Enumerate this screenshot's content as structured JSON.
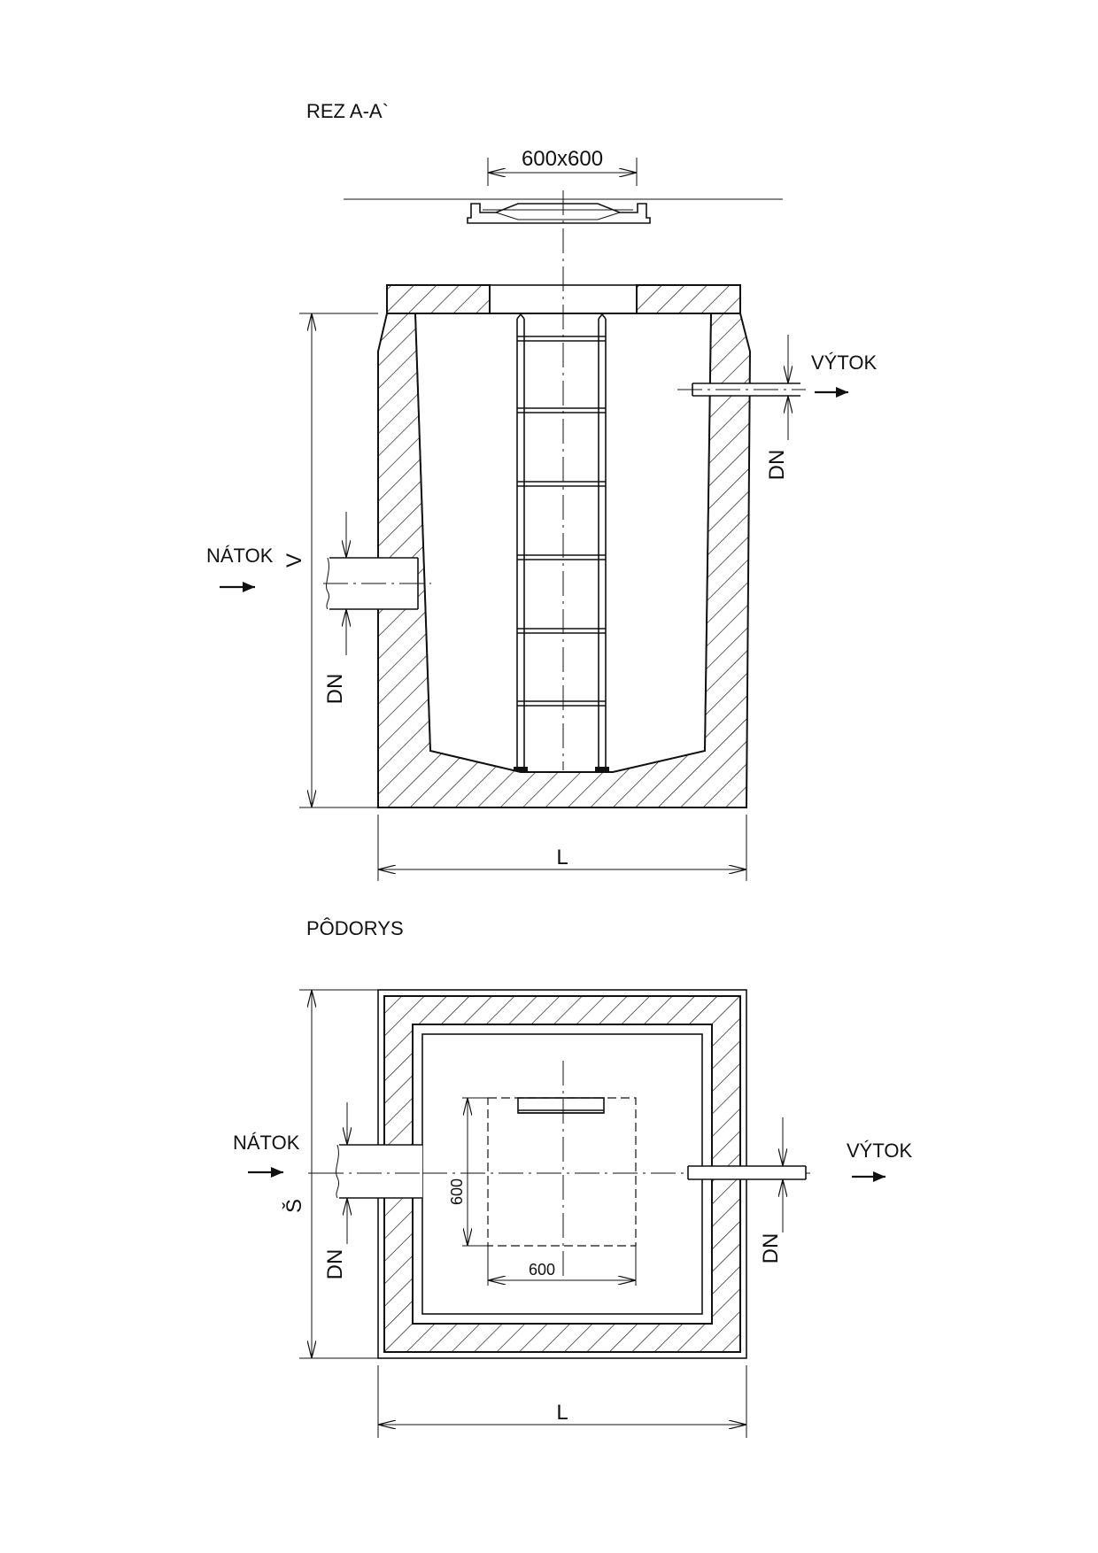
{
  "section": {
    "title": "REZ  A-A`",
    "cover_dim": "600x600",
    "outlet": "VÝTOK",
    "inlet": "NÁTOK",
    "dn_out": "DN",
    "dn_in": "DN",
    "height": "V",
    "length": "L"
  },
  "plan": {
    "title": "PÔDORYS",
    "inlet": "NÁTOK",
    "outlet": "VÝTOK",
    "width": "Š",
    "dn_in": "DN",
    "dn_out": "DN",
    "opening_h": "600",
    "opening_w": "600",
    "length": "L"
  }
}
